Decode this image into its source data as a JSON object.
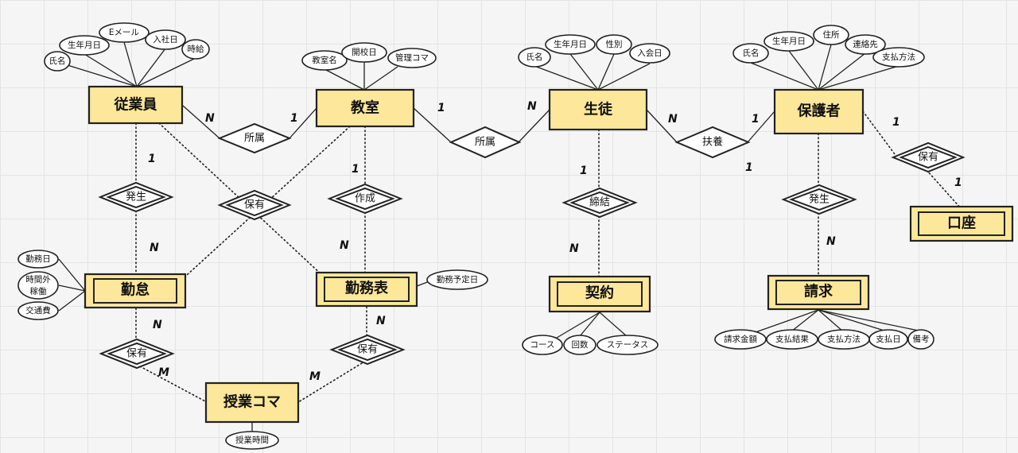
{
  "entities": {
    "employee": {
      "label": "従業員"
    },
    "classroom": {
      "label": "教室"
    },
    "student": {
      "label": "生徒"
    },
    "guardian": {
      "label": "保護者"
    },
    "account": {
      "label": "口座"
    },
    "attendance": {
      "label": "勤怠"
    },
    "work_schedule": {
      "label": "勤務表"
    },
    "contract": {
      "label": "契約"
    },
    "billing": {
      "label": "請求"
    },
    "class_slot": {
      "label": "授業コマ"
    }
  },
  "relationships": {
    "employee_classroom": {
      "label": "所属"
    },
    "classroom_student": {
      "label": "所属"
    },
    "student_guardian": {
      "label": "扶養"
    },
    "guardian_account": {
      "label": "保有"
    },
    "employee_attendance": {
      "label": "発生"
    },
    "holding_cross": {
      "label": "保有"
    },
    "classroom_schedule": {
      "label": "作成"
    },
    "student_contract": {
      "label": "締結"
    },
    "guardian_billing": {
      "label": "発生"
    },
    "attendance_slot": {
      "label": "保有"
    },
    "schedule_slot": {
      "label": "保有"
    }
  },
  "attributes": {
    "employee": [
      "氏名",
      "生年月日",
      "Eメール",
      "入社日",
      "時給"
    ],
    "classroom": [
      "教室名",
      "開校日",
      "管理コマ"
    ],
    "student": [
      "氏名",
      "生年月日",
      "性別",
      "入会日"
    ],
    "guardian": [
      "氏名",
      "生年月日",
      "住所",
      "連絡先",
      "支払方法"
    ],
    "attendance": [
      "勤務日",
      "時間外",
      "稼働",
      "交通費"
    ],
    "work_schedule": [
      "勤務予定日"
    ],
    "contract": [
      "コース",
      "回数",
      "ステータス"
    ],
    "billing": [
      "請求金額",
      "支払結果",
      "支払方法",
      "支払日",
      "備考"
    ],
    "class_slot": [
      "授業時間"
    ]
  },
  "cardinalities": {
    "emp_belong": [
      "N",
      "1"
    ],
    "class_student": [
      "1",
      "N"
    ],
    "student_guardian": [
      "N",
      "1",
      "1"
    ],
    "guardian_account": [
      "1",
      "1"
    ],
    "emp_attendance": [
      "1",
      "N"
    ],
    "class_schedule": [
      "1",
      "N"
    ],
    "student_contract": [
      "1",
      "N"
    ],
    "guardian_billing": [
      "N"
    ],
    "attendance_slot": [
      "N",
      "M"
    ],
    "schedule_slot": [
      "N",
      "M"
    ]
  }
}
